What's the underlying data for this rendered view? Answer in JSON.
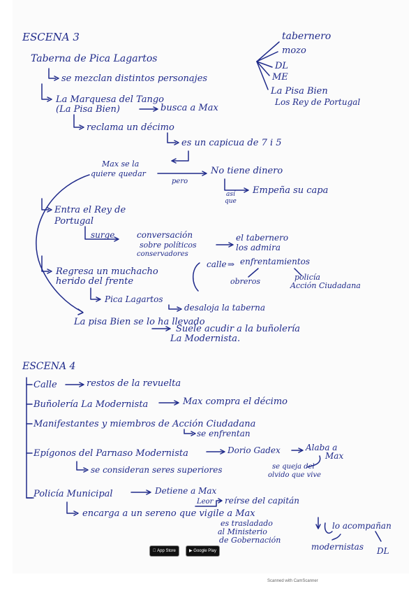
{
  "scene3": {
    "heading": "ESCENA 3",
    "title": "Taberna de Pica Lagartos",
    "mix": "se mezclan distintos personajes",
    "characters": [
      "tabernero",
      "mozo",
      "DL",
      "ME",
      "La Pisa Bien",
      "Los Rey de Portugal"
    ],
    "marquesa1": "La Marquesa del Tango",
    "marquesa2": "(La Pisa Bien)",
    "busca": "busca a Max",
    "reclama": "reclama un décimo",
    "capicua": "es un capicua de 7 i 5",
    "max_quiere1": "Max se la",
    "max_quiere2": "quiere quedar",
    "pero": "pero",
    "no_dinero": "No tiene dinero",
    "asi_que1": "así",
    "asi_que2": "que",
    "empena": "Empeña su capa",
    "entra1": "Entra el Rey de",
    "entra2": "Portugal",
    "surge": "surge",
    "conv1": "conversación",
    "conv2": "sobre políticos",
    "conv3": "conservadores",
    "tabernero_admira1": "el tabernero",
    "tabernero_admira2": "los admira",
    "regresa1": "Regresa un muchacho",
    "regresa2": "herido del frente",
    "calle": "calle",
    "enfrentamientos": "enfrentamientos",
    "obreros": "obreros",
    "policia1": "policía",
    "policia2": "Acción Ciudadana",
    "pica": "Pica Lagartos",
    "desaloja": "desaloja la taberna",
    "pisa_bien": "La pisa Bien se lo ha llevado",
    "suele1": "Suele acudir a la buñolería",
    "suele2": "La Modernista."
  },
  "scene4": {
    "heading": "ESCENA 4",
    "calle": "Calle",
    "restos": "restos de la revuelta",
    "bunoleria": "Buñolería La Modernista",
    "compra": "Max compra el décimo",
    "manifestantes": "Manifestantes y miembros de Acción Ciudadana",
    "enfrentan": "se enfrentan",
    "epigonos": "Epígonos del Parnaso Modernista",
    "dorio": "Dorio Gadex",
    "alaba1": "Alaba a",
    "alaba2": "Max",
    "superiores": "se consideran seres superiores",
    "queja1": "se queja del",
    "queja2": "olvido que vive",
    "policia": "Policía Municipal",
    "detiene": "Detiene a Max",
    "leor": "Leor",
    "reirse": "reírse del capitán",
    "encarga": "encarga a un sereno que vigile a Max",
    "trasladado1": "es trasladado",
    "trasladado2": "al Ministerio",
    "trasladado3": "de Gobernación",
    "acompanan": "lo acompañan",
    "modernistas": "modernistas",
    "dl": "DL"
  },
  "badges": {
    "app_store": "App Store",
    "google_play": "Google Play"
  },
  "footer": "Scanned with CamScanner"
}
